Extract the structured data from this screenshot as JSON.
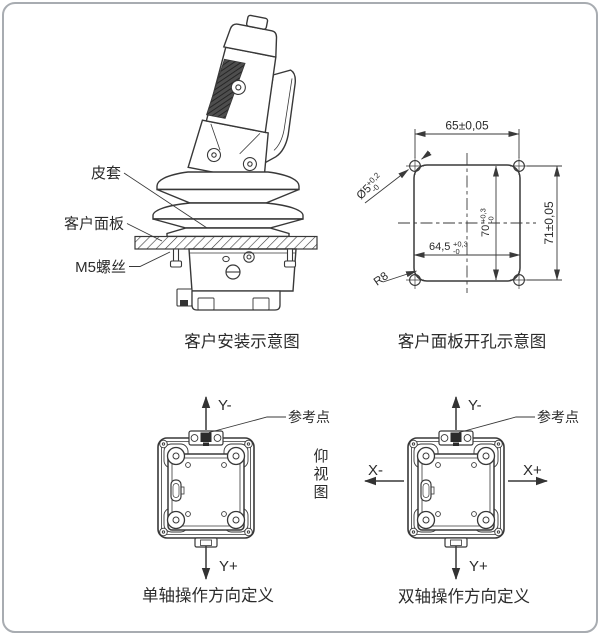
{
  "figures": {
    "install": {
      "caption": "客户安装示意图",
      "labels": {
        "boot": "皮套",
        "panel": "客户面板",
        "screw": "M5螺丝"
      }
    },
    "cutout": {
      "caption": "客户面板开孔示意图",
      "dims": {
        "hole_spacing_width": "65±0,05",
        "hole_spacing_height": "71±0,05",
        "cut_height": {
          "value": "70",
          "sup": "+0,3",
          "sub": "-0"
        },
        "cut_width": {
          "value": "64,5",
          "sup": "+0,3",
          "sub": "-0"
        },
        "hole_diameter": {
          "value": "Ø5",
          "sup": "+0,2",
          "sub": "-0"
        },
        "corner_radius": "R8"
      }
    },
    "single_axis": {
      "caption": "单轴操作方向定义",
      "y_minus": "Y-",
      "y_plus": "Y+",
      "ref_point": "参考点"
    },
    "dual_axis": {
      "caption": "双轴操作方向定义",
      "y_minus": "Y-",
      "y_plus": "Y+",
      "x_minus": "X-",
      "x_plus": "X+",
      "ref_point": "参考点"
    },
    "view_label": {
      "chars": [
        "仰",
        "视",
        "图"
      ]
    }
  },
  "colors": {
    "line": "#383838",
    "dim": "#454545",
    "border": "#a8acb1"
  }
}
